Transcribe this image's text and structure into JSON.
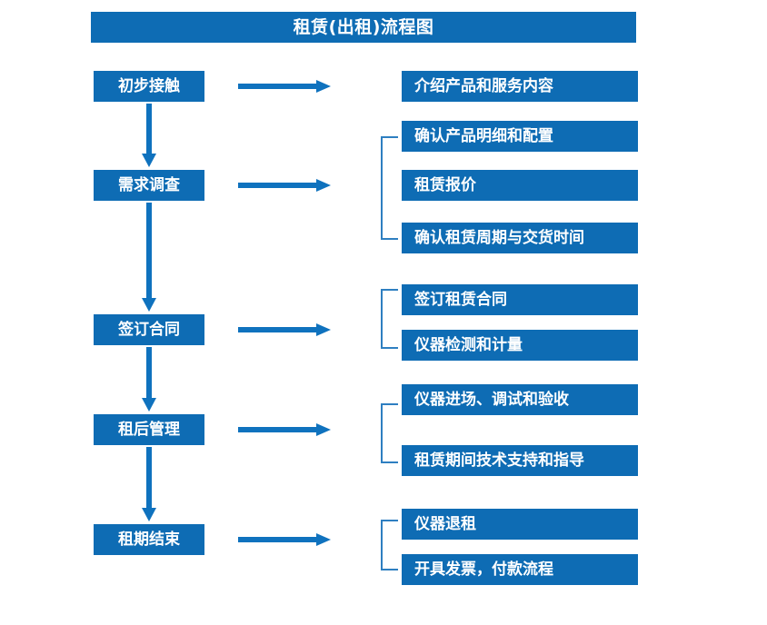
{
  "header": {
    "title": "租赁(出租)流程图"
  },
  "colors": {
    "brand_blue": "#0E6CB4",
    "arrow_blue": "#0F72BE",
    "bracket_blue": "#2E7FC1",
    "background": "#FFFFFF",
    "box_text": "#FFFFFF"
  },
  "stages": [
    {
      "id": "stage-1",
      "label": "初步接触"
    },
    {
      "id": "stage-2",
      "label": "需求调查"
    },
    {
      "id": "stage-3",
      "label": "签订合同"
    },
    {
      "id": "stage-4",
      "label": "租后管理"
    },
    {
      "id": "stage-5",
      "label": "租期结束"
    }
  ],
  "details": {
    "group1": [
      {
        "label": "介绍产品和服务内容"
      }
    ],
    "group2": [
      {
        "label": "确认产品明细和配置"
      },
      {
        "label": "租赁报价"
      },
      {
        "label": "确认租赁周期与交货时间"
      }
    ],
    "group3": [
      {
        "label": "签订租赁合同"
      },
      {
        "label": "仪器检测和计量"
      }
    ],
    "group4": [
      {
        "label": "仪器进场、调试和验收"
      },
      {
        "label": "租赁期间技术支持和指导"
      }
    ],
    "group5": [
      {
        "label": "仪器退租"
      },
      {
        "label": "开具发票，付款流程"
      }
    ]
  },
  "connectors": {
    "horizontal_arrow_icon": "arrow-right-icon",
    "vertical_arrow_icon": "arrow-down-icon",
    "bracket_icon": "bracket-left-icon"
  }
}
